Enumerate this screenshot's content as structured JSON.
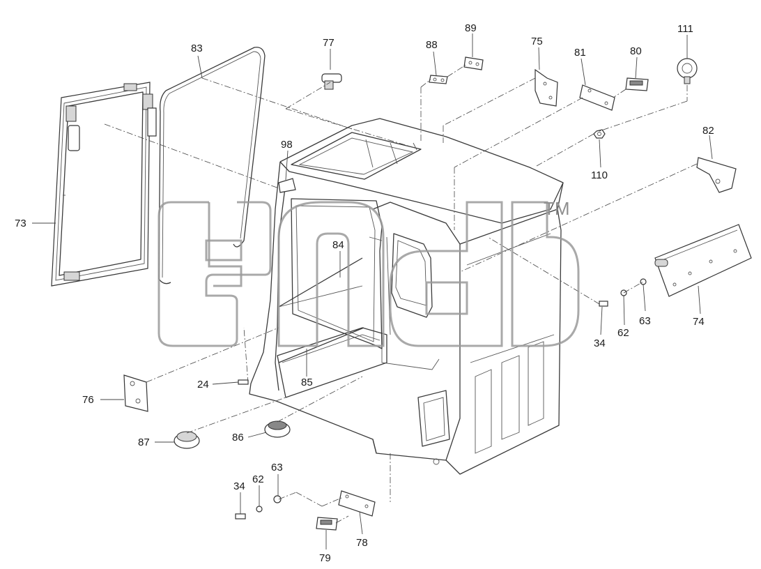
{
  "callouts": {
    "c73": "73",
    "c83": "83",
    "c77": "77",
    "c88": "88",
    "c89": "89",
    "c75": "75",
    "c81": "81",
    "c80": "80",
    "c111": "111",
    "c98": "98",
    "c110": "110",
    "c82": "82",
    "c84": "84",
    "c74": "74",
    "c34a": "34",
    "c62a": "62",
    "c63a": "63",
    "c24": "24",
    "c85": "85",
    "c76": "76",
    "c87": "87",
    "c86": "86",
    "c34b": "34",
    "c62b": "62",
    "c63b": "63",
    "c78": "78",
    "c79": "79"
  },
  "watermark": {
    "trademark": "TM"
  }
}
